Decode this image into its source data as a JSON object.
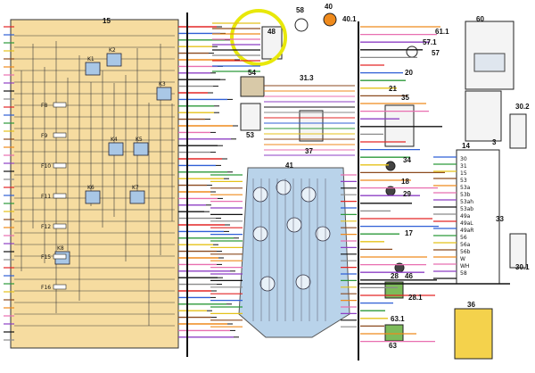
{
  "diagram": {
    "component_labels": {
      "c15": "15",
      "c58": "58",
      "c40": "40",
      "c40_1": "40.1",
      "c48": "48",
      "c54": "54",
      "c31_3": "31.3",
      "c53": "53",
      "c37": "37",
      "c41": "41",
      "c57_1": "57.1",
      "c20": "20",
      "c21": "21",
      "c57": "57",
      "c61_1": "61.1",
      "c60": "60",
      "c35": "35",
      "c14": "14",
      "c3": "3",
      "c30_2": "30.2",
      "c30_1": "30.1",
      "c33": "33",
      "c34": "34",
      "c18": "18",
      "c29": "29",
      "c17": "17",
      "c28": "28",
      "c28_1": "28.1",
      "c46": "46",
      "c36": "36",
      "c63": "63",
      "c63_1": "63.1"
    },
    "relay_labels": [
      "K1",
      "K2",
      "K3",
      "K4",
      "K5",
      "K6",
      "K7",
      "K8"
    ],
    "fuse_labels": [
      "F8",
      "F9",
      "F10",
      "F11",
      "F12",
      "F15",
      "F16"
    ],
    "connector_pins": [
      "30",
      "31",
      "15",
      "53",
      "53a",
      "53b",
      "53ah",
      "53ab",
      "49a",
      "49aL",
      "49aR",
      "56",
      "56a",
      "56b",
      "W",
      "WH",
      "58"
    ],
    "wire_colors": {
      "red": "#e32626",
      "blue": "#2f5fd6",
      "green": "#2c9a3a",
      "yellow": "#e4c21a",
      "brown": "#8b4a1f",
      "orange": "#ef8a1c",
      "pink": "#e86fb0",
      "violet": "#8e3fc4",
      "black": "#111111",
      "grey": "#8a8a8a"
    },
    "panel_color": "#f6dca0",
    "cluster_color": "#b9d3ea",
    "highlight_color": "#e8e80a"
  }
}
